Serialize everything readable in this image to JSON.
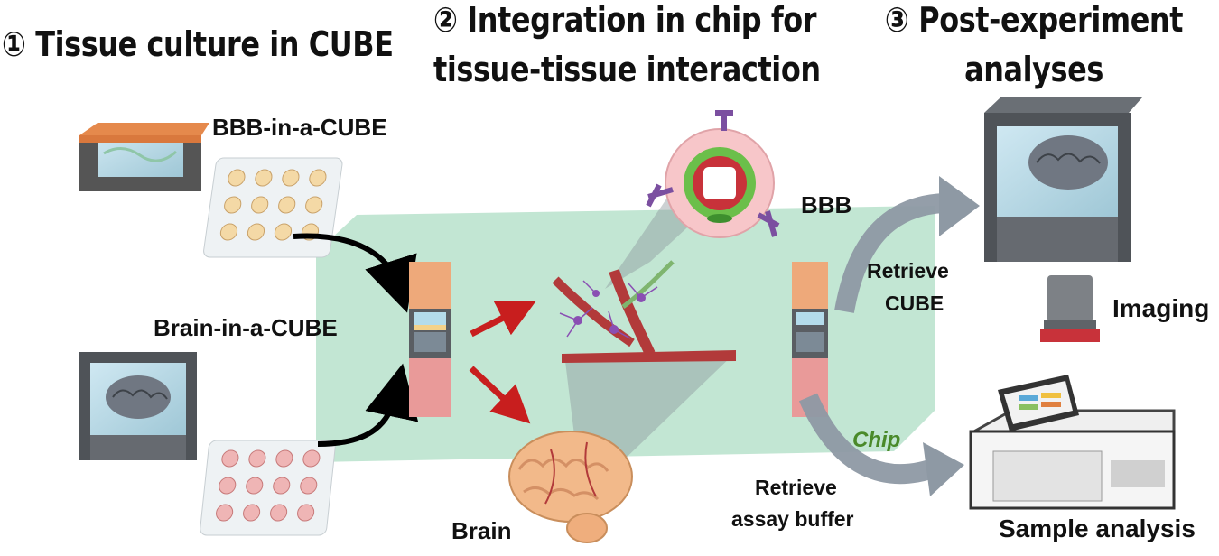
{
  "headings": {
    "step1": "① Tissue culture in CUBE",
    "step2_line1": "② Integration in chip for",
    "step2_line2": "tissue-tissue interaction",
    "step3_line1": "③ Post-experiment",
    "step3_line2": "analyses"
  },
  "labels": {
    "bbb_cube": "BBB-in-a-CUBE",
    "brain_cube": "Brain-in-a-CUBE",
    "bbb": "BBB",
    "brain": "Brain",
    "chip": "Chip",
    "retrieve_cube_1": "Retrieve",
    "retrieve_cube_2": "CUBE",
    "retrieve_buffer_1": "Retrieve",
    "retrieve_buffer_2": "assay buffer",
    "imaging": "Imaging",
    "sample_analysis": "Sample analysis"
  },
  "colors": {
    "chip_green": "#a8dcc0",
    "arrow_red": "#c81e1e",
    "arrow_grey": "#8e99a4",
    "cube_orange": "#eea97a",
    "cube_pink": "#e99a99",
    "chip_text_green": "#4a8a2a"
  }
}
